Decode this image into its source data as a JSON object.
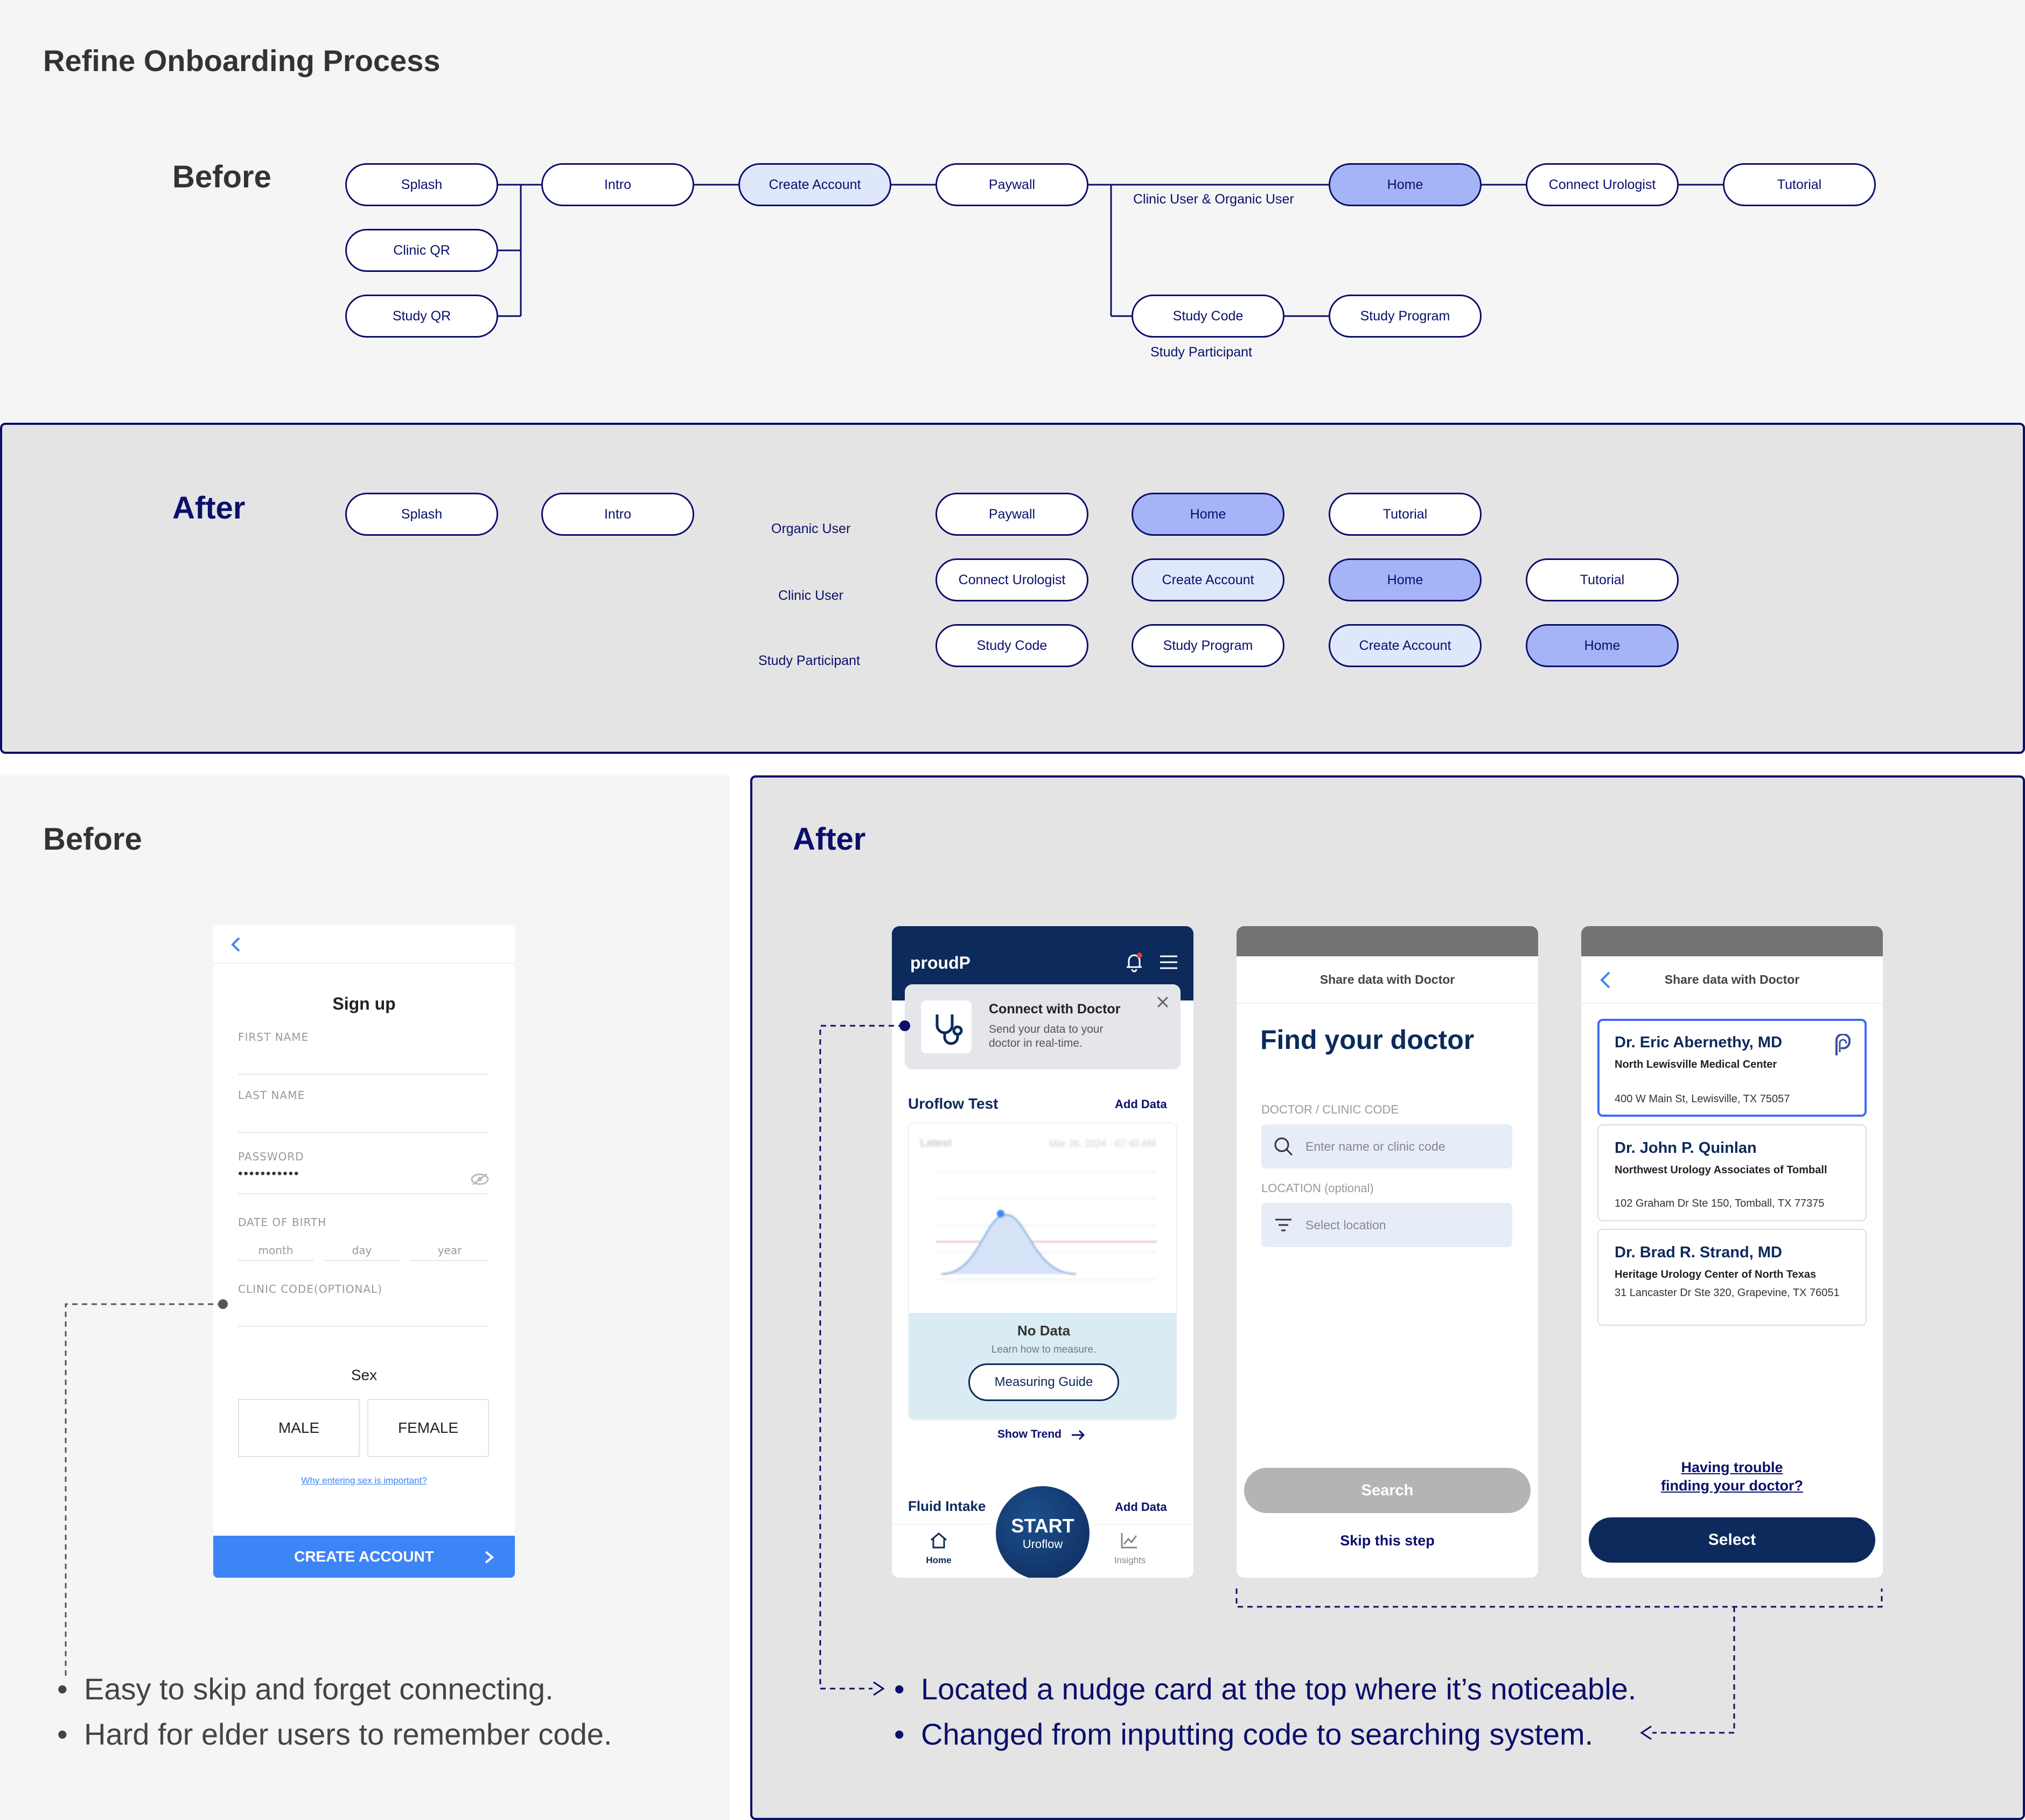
{
  "page_title": "Refine Onboarding Process",
  "before_flow": {
    "heading": "Before",
    "nodes": {
      "splash": "Splash",
      "clinic_qr": "Clinic QR",
      "study_qr": "Study QR",
      "intro": "Intro",
      "create_account": "Create Account",
      "paywall": "Paywall",
      "home": "Home",
      "connect_urologist": "Connect Urologist",
      "tutorial": "Tutorial",
      "study_code": "Study Code",
      "study_program": "Study Program"
    },
    "labels": {
      "clinic_organic": "Clinic User & Organic User",
      "study_participant": "Study Participant"
    }
  },
  "after_flow": {
    "heading": "After",
    "nodes": {
      "splash": "Splash",
      "intro": "Intro",
      "paywall": "Paywall",
      "home1": "Home",
      "tutorial1": "Tutorial",
      "connect_urologist": "Connect Urologist",
      "create_account2": "Create Account",
      "home2": "Home",
      "tutorial2": "Tutorial",
      "study_code": "Study Code",
      "study_program": "Study Program",
      "create_account3": "Create Account",
      "home3": "Home"
    },
    "labels": {
      "organic": "Organic User",
      "clinic": "Clinic User",
      "study": "Study Participant"
    }
  },
  "before_ui": {
    "heading": "Before",
    "signup": {
      "title": "Sign up",
      "first_name": "FIRST NAME",
      "last_name": "LAST NAME",
      "password": "PASSWORD",
      "password_value": "•••••••••••",
      "dob": "DATE OF BIRTH",
      "month": "month",
      "day": "day",
      "year": "year",
      "clinic_code": "CLINIC CODE(OPTIONAL)",
      "sex": "Sex",
      "male": "MALE",
      "female": "FEMALE",
      "why_link": "Why entering sex is important?",
      "create_button": "CREATE ACCOUNT"
    },
    "bullets": [
      "Easy to skip and forget connecting.",
      "Hard for elder users to remember code."
    ]
  },
  "after_ui": {
    "heading": "After",
    "home_screen": {
      "app_name": "proudP",
      "nudge_title": "Connect with Doctor",
      "nudge_body_1": "Send your data to your",
      "nudge_body_2": "doctor in real-time.",
      "uroflow_title": "Uroflow Test",
      "add_data": "Add Data",
      "blur_latest": "Latest",
      "blur_date": "Mar 26, 2024 · 07:40 AM",
      "no_data": "No Data",
      "learn": "Learn how to measure.",
      "measuring_guide": "Measuring Guide",
      "show_trend": "Show Trend",
      "fluid_intake": "Fluid Intake",
      "add_data_2": "Add Data",
      "start": "START",
      "uroflow": "Uroflow",
      "nav_home": "Home",
      "nav_insights": "Insights"
    },
    "find_screen": {
      "header": "Share data with Doctor",
      "title": "Find your doctor",
      "code_label": "DOCTOR / CLINIC CODE",
      "code_placeholder": "Enter name or clinic code",
      "location_label": "LOCATION (optional)",
      "location_placeholder": "Select location",
      "search_button": "Search",
      "skip": "Skip this step"
    },
    "results_screen": {
      "header": "Share data with Doctor",
      "doctors": [
        {
          "name": "Dr. Eric Abernethy, MD",
          "org": "North Lewisville Medical Center",
          "addr": "400 W Main St, Lewisville, TX 75057"
        },
        {
          "name": "Dr. John P. Quinlan",
          "org": "Northwest Urology Associates of Tomball",
          "addr": "102 Graham Dr Ste 150, Tomball, TX 77375"
        },
        {
          "name": "Dr. Brad R. Strand, MD",
          "org": "Heritage Urology Center of North Texas",
          "addr": "31 Lancaster Dr Ste 320, Grapevine, TX 76051"
        }
      ],
      "trouble_1": "Having trouble",
      "trouble_2": "finding your doctor?",
      "select_button": "Select"
    },
    "bullets": [
      "Located a nudge card at the top where it’s noticeable.",
      "Changed from inputting code to searching system."
    ]
  },
  "colors": {
    "navy": "#0b0f6b",
    "light_node": "#dfe7fb",
    "strong_node": "#a5b4f7",
    "app_navy": "#0c2a5b",
    "signup_blue": "#3d84f6"
  },
  "icons": [
    "chevron-left-icon",
    "eye-icon",
    "bell-icon",
    "menu-icon",
    "stethoscope-icon",
    "close-icon",
    "search-icon",
    "filter-icon",
    "arrow-right-icon",
    "home-icon",
    "insights-icon",
    "brand-p-icon"
  ]
}
